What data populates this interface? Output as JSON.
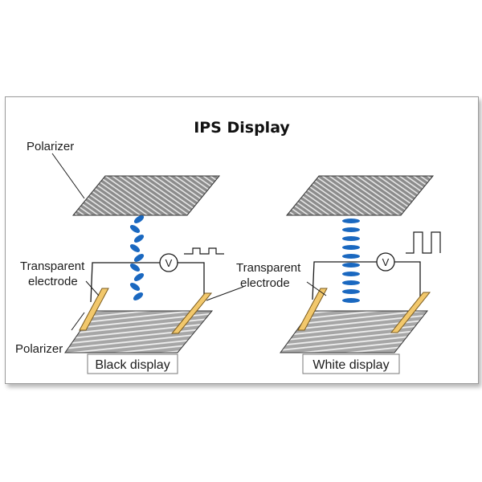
{
  "title": "IPS Display",
  "labels": {
    "polarizer_top": "Polarizer",
    "polarizer_bottom": "Polarizer",
    "electrode_left_line1": "Transparent",
    "electrode_left_line2": "electrode",
    "electrode_right_line1": "Transparent",
    "electrode_right_line2": "electrode",
    "voltmeter": "V"
  },
  "panels": [
    {
      "caption": "Black display",
      "crystal_state": "twisted-helix",
      "voltage_waveform": "small-pulses"
    },
    {
      "caption": "White display",
      "crystal_state": "stacked-ellipses",
      "voltage_waveform": "large-pulses"
    }
  ],
  "colors": {
    "crystal": "#1a68c0",
    "electrode_fill": "#f2c86c",
    "electrode_edge": "#7a5a1c",
    "polarizer_top": "#8c8c8c",
    "polarizer_bottom": "#a6a6a6"
  }
}
